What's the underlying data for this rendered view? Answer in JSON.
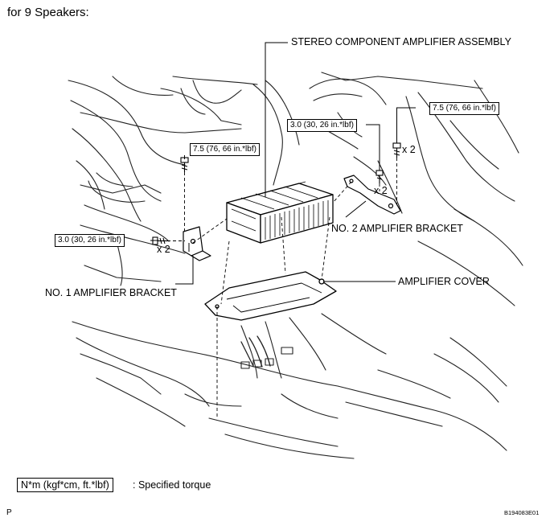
{
  "heading": "for 9 Speakers:",
  "labels": {
    "amplifier_assembly": "STEREO COMPONENT AMPLIFIER ASSEMBLY",
    "no2_bracket": "NO. 2 AMPLIFIER BRACKET",
    "no1_bracket": "NO. 1 AMPLIFIER BRACKET",
    "amplifier_cover": "AMPLIFIER COVER"
  },
  "torques": {
    "left_bolt_top": "7.5 (76, 66 in.*lbf)",
    "left_bolt_side": "3.0 (30, 26 in.*lbf)",
    "right_bolt_mid": "3.0 (30, 26 in.*lbf)",
    "right_bolt_top": "7.5 (76, 66 in.*lbf)"
  },
  "quantities": {
    "right_top": "x 2",
    "right_mid": "x 2",
    "left_side": "x 2"
  },
  "legend": {
    "unit_box": "N*m (kgf*cm, ft.*lbf)",
    "description": ": Specified torque"
  },
  "footer": {
    "left_mark": "P",
    "figure_code": "B194083E01"
  }
}
